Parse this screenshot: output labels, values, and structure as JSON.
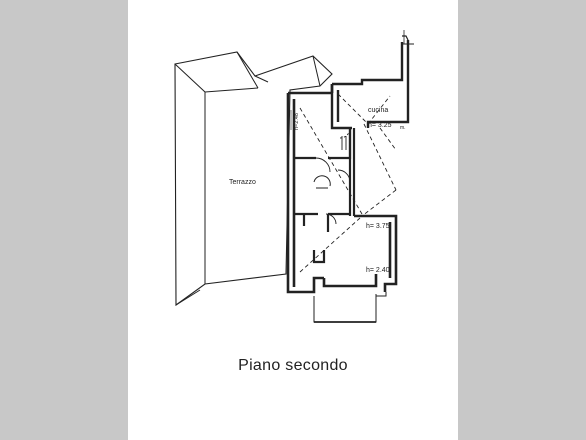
{
  "labels": {
    "terrace": "Terrazzo",
    "kitchen": "cucina",
    "h_kitchen": "h= 3.25",
    "h_kitchen_unit": "m.",
    "h_side": "h=2.48",
    "h_mid": "h= 3.75",
    "h_low": "h= 2.40"
  },
  "caption": "Piano secondo",
  "colors": {
    "line": "#222222",
    "page": "#ffffff",
    "margin": "#c8c8c8"
  }
}
